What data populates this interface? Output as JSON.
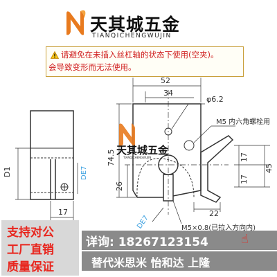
{
  "header": {
    "brand_name": "天其城五金",
    "brand_pinyin": "TIANQICHENGWUJIN",
    "logo_icon": "n-flame-logo-icon",
    "brand_color": "#e87a1e"
  },
  "warning": {
    "icon": "warning-triangle-icon",
    "line1": "请避免在未插入丝杠轴的状态下使用(空夹)。",
    "line2": "会导致变形而无法使用。",
    "text_color": "#d02020"
  },
  "drawing": {
    "dimensions": {
      "d1": "D1",
      "w17_side": "17",
      "w52": "52",
      "w34": "34",
      "hole_dia": "φ6.2",
      "h74_5": "74.5",
      "h26": "26",
      "h17_right": "17",
      "h17_lower": "17",
      "h45": "45",
      "w22": "22",
      "de7_side": "DE7",
      "de7_front": "DE7"
    },
    "callouts": {
      "m5_bolt": "M5 内六角螺栓用",
      "m5_bottom": "M5×0.8(已拉入方向内)"
    },
    "watermark": {
      "name": "天其城五金",
      "pinyin": "TIANQICHENGWUJIN"
    }
  },
  "side_badge": {
    "line1": "支持对公",
    "line2": "工厂直销",
    "line3": "质量保证"
  },
  "contact": {
    "text": "详询: 18267123154",
    "icon": "click-hand-icon"
  },
  "compat": {
    "text": "替代米思米 怡和达 上隆"
  }
}
